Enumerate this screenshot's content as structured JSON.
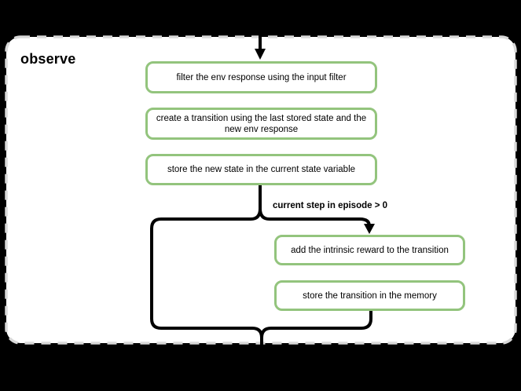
{
  "title": "observe",
  "nodes": [
    {
      "id": "filter-env-response",
      "label": "filter the env response using the input filter"
    },
    {
      "id": "create-transition",
      "label": "create a transition using the last stored state and the new env response"
    },
    {
      "id": "store-new-state",
      "label": "store the new state in the current state variable"
    },
    {
      "id": "add-intrinsic-reward",
      "label": "add the intrinsic reward to the transition"
    },
    {
      "id": "store-transition",
      "label": "store the transition in the memory"
    }
  ],
  "branch": {
    "condition_label": "current step in episode > 0"
  },
  "colors": {
    "canvas_background": "#000000",
    "panel_background": "#ffffff",
    "panel_border": "#d9d9d9",
    "node_border": "#93c47d",
    "node_background": "#ffffff",
    "connector": "#000000",
    "text": "#000000"
  }
}
